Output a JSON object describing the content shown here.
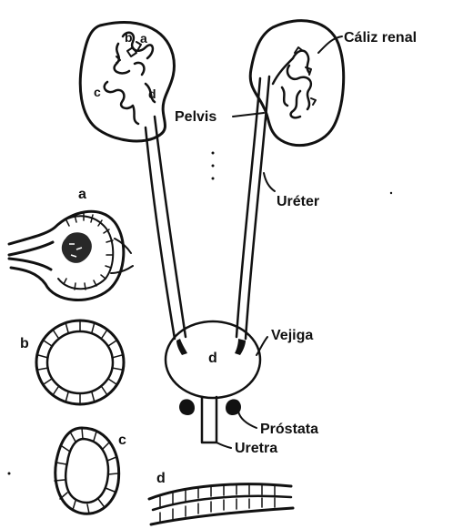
{
  "labels": {
    "caliz_renal": "Cáliz renal",
    "pelvis": "Pelvis",
    "ureter": "Uréter",
    "vejiga": "Vejiga",
    "prostata": "Próstata",
    "uretra": "Uretra"
  },
  "kidney_letters": {
    "b": "b",
    "a": "a",
    "c": "c",
    "d": "d"
  },
  "bladder_letter": "d",
  "section_letters": {
    "a": "a",
    "b": "b",
    "c": "c",
    "d": "d"
  },
  "colors": {
    "ink": "#111111",
    "background": "#ffffff"
  }
}
